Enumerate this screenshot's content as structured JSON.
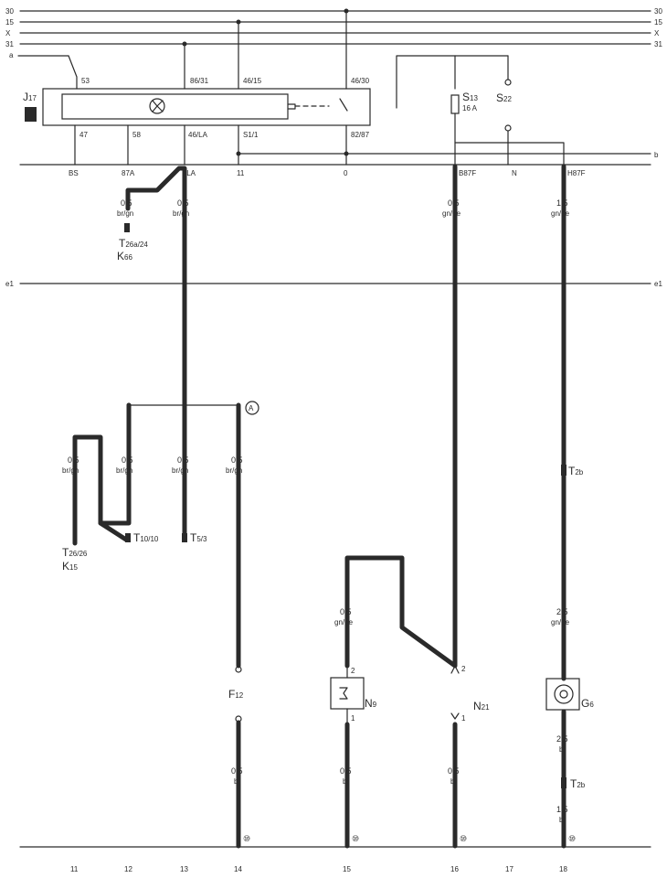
{
  "colors": {
    "ink": "#2a2a2a",
    "paper": "#ffffff"
  },
  "bus": {
    "left": [
      "30",
      "15",
      "X",
      "31"
    ],
    "right": [
      "30",
      "15",
      "X",
      "31"
    ],
    "left_lower": "a",
    "right_lower": "b",
    "left_e": "e1",
    "right_e": "e1"
  },
  "relay": {
    "id": "J",
    "id_sub": "17",
    "pins_top": [
      "53",
      "86/31",
      "46/15",
      "46/30"
    ],
    "pins_bottom": [
      "47",
      "58",
      "46/LA",
      "S1/1",
      "82/87"
    ]
  },
  "fuse": {
    "id": "S",
    "id_sub": "13",
    "rating": "16 A"
  },
  "switch": {
    "id": "S",
    "id_sub": "22"
  },
  "connector_row": [
    "BS",
    "87A",
    "ILA",
    "11",
    "0",
    "B87F",
    "N",
    "H87F"
  ],
  "wires_upper": [
    {
      "size": "0,5",
      "color": "br/gn"
    },
    {
      "size": "0,5",
      "color": "br/gn"
    },
    {
      "size": "0,5",
      "color": "gn/ge"
    },
    {
      "size": "1,5",
      "color": "gn/ge"
    }
  ],
  "connector_t26a": {
    "id": "T",
    "id_sub": "26a/24",
    "k": "K",
    "k_sub": "66"
  },
  "wires_mid": [
    {
      "size": "0,5",
      "color": "br/gn"
    },
    {
      "size": "0,5",
      "color": "br/gn"
    },
    {
      "size": "0,5",
      "color": "br/gn"
    },
    {
      "size": "0,5",
      "color": "br/gn"
    }
  ],
  "marker_a": "A",
  "connector_t26": {
    "id": "T",
    "id_sub": "26/26",
    "k": "K",
    "k_sub": "15"
  },
  "connector_t10": {
    "id": "T",
    "id_sub": "10/10"
  },
  "connector_t5": {
    "id": "T",
    "id_sub": "5/3"
  },
  "connector_t2b": {
    "id": "T",
    "id_sub": "2b"
  },
  "wire_n9_top": {
    "size": "0,5",
    "color": "gn/ge"
  },
  "wire_g6_top": {
    "size": "2,5",
    "color": "gn/ge"
  },
  "components": {
    "f12": {
      "id": "F",
      "id_sub": "12"
    },
    "n9": {
      "id": "N",
      "id_sub": "9",
      "pin_top": "2",
      "pin_bottom": "1"
    },
    "n21": {
      "id": "N",
      "id_sub": "21",
      "pin_top": "2",
      "pin_bottom": "1"
    },
    "g6": {
      "id": "G",
      "id_sub": "6"
    }
  },
  "wires_lower": [
    {
      "size": "0,5",
      "color": "br"
    },
    {
      "size": "0,5",
      "color": "br"
    },
    {
      "size": "0,5",
      "color": "br"
    },
    {
      "size": "2,5",
      "color": "br"
    }
  ],
  "wire_g6_bottom": {
    "size": "1,5",
    "color": "br"
  },
  "ground_markers": [
    "⑩",
    "⑩",
    "⑩",
    "⑩"
  ],
  "column_numbers": [
    "11",
    "12",
    "13",
    "14",
    "15",
    "16",
    "17",
    "18"
  ]
}
